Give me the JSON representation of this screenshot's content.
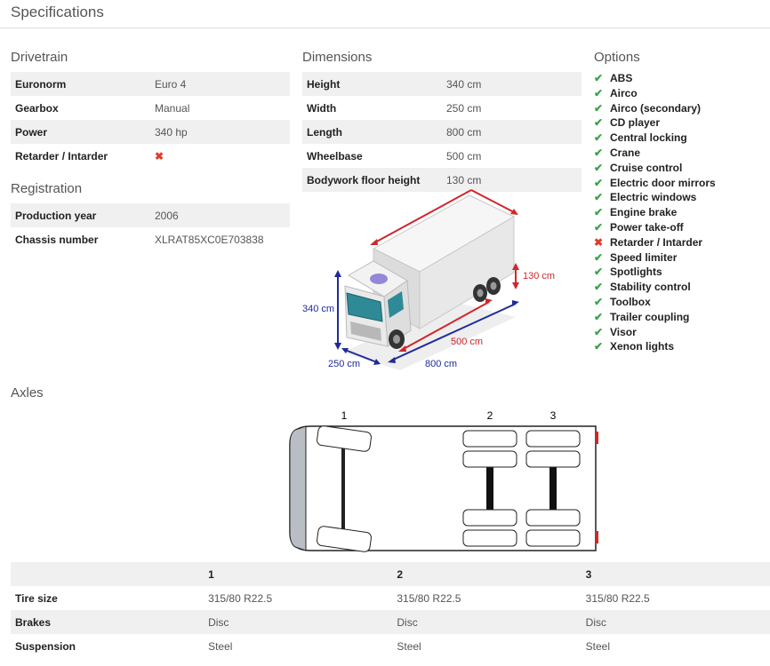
{
  "header": {
    "title": "Specifications"
  },
  "drivetrain": {
    "title": "Drivetrain",
    "rows": [
      {
        "label": "Euronorm",
        "value": "Euro 4"
      },
      {
        "label": "Gearbox",
        "value": "Manual"
      },
      {
        "label": "Power",
        "value": "340 hp"
      },
      {
        "label": "Retarder / Intarder",
        "value": "✖"
      }
    ]
  },
  "registration": {
    "title": "Registration",
    "rows": [
      {
        "label": "Production year",
        "value": "2006"
      },
      {
        "label": "Chassis number",
        "value": "XLRAT85XC0E703838"
      }
    ]
  },
  "dimensions": {
    "title": "Dimensions",
    "rows": [
      {
        "label": "Height",
        "value": "340 cm"
      },
      {
        "label": "Width",
        "value": "250 cm"
      },
      {
        "label": "Length",
        "value": "800 cm"
      },
      {
        "label": "Wheelbase",
        "value": "500 cm"
      },
      {
        "label": "Bodywork floor height",
        "value": "130 cm"
      }
    ],
    "diagram": {
      "height_label": "340 cm",
      "width_label": "250 cm",
      "length_label": "800 cm",
      "wheelbase_label": "500 cm",
      "floor_label": "130 cm"
    }
  },
  "options": {
    "title": "Options",
    "items": [
      {
        "label": "ABS",
        "mark": "✔"
      },
      {
        "label": "Airco",
        "mark": "✔"
      },
      {
        "label": "Airco (secondary)",
        "mark": "✔"
      },
      {
        "label": "CD player",
        "mark": "✔"
      },
      {
        "label": "Central locking",
        "mark": "✔"
      },
      {
        "label": "Crane",
        "mark": "✔"
      },
      {
        "label": "Cruise control",
        "mark": "✔"
      },
      {
        "label": "Electric door mirrors",
        "mark": "✔"
      },
      {
        "label": "Electric windows",
        "mark": "✔"
      },
      {
        "label": "Engine brake",
        "mark": "✔"
      },
      {
        "label": "Power take-off",
        "mark": "✔"
      },
      {
        "label": "Retarder / Intarder",
        "mark": "✖"
      },
      {
        "label": "Speed limiter",
        "mark": "✔"
      },
      {
        "label": "Spotlights",
        "mark": "✔"
      },
      {
        "label": "Stability control",
        "mark": "✔"
      },
      {
        "label": "Toolbox",
        "mark": "✔"
      },
      {
        "label": "Trailer coupling",
        "mark": "✔"
      },
      {
        "label": "Visor",
        "mark": "✔"
      },
      {
        "label": "Xenon lights",
        "mark": "✔"
      }
    ]
  },
  "axles": {
    "title": "Axles",
    "diagram_numbers": [
      "1",
      "2",
      "3"
    ],
    "table": {
      "headers": [
        "1",
        "2",
        "3"
      ],
      "rows": [
        {
          "label": "Tire size",
          "values": [
            "315/80 R22.5",
            "315/80 R22.5",
            "315/80 R22.5"
          ]
        },
        {
          "label": "Brakes",
          "values": [
            "Disc",
            "Disc",
            "Disc"
          ]
        },
        {
          "label": "Suspension",
          "values": [
            "Steel",
            "Steel",
            "Steel"
          ]
        }
      ]
    }
  },
  "colors": {
    "check": "#3aa34a",
    "cross": "#e03b2a",
    "dim_blue": "#1f2a9a",
    "dim_red": "#d0262b"
  }
}
